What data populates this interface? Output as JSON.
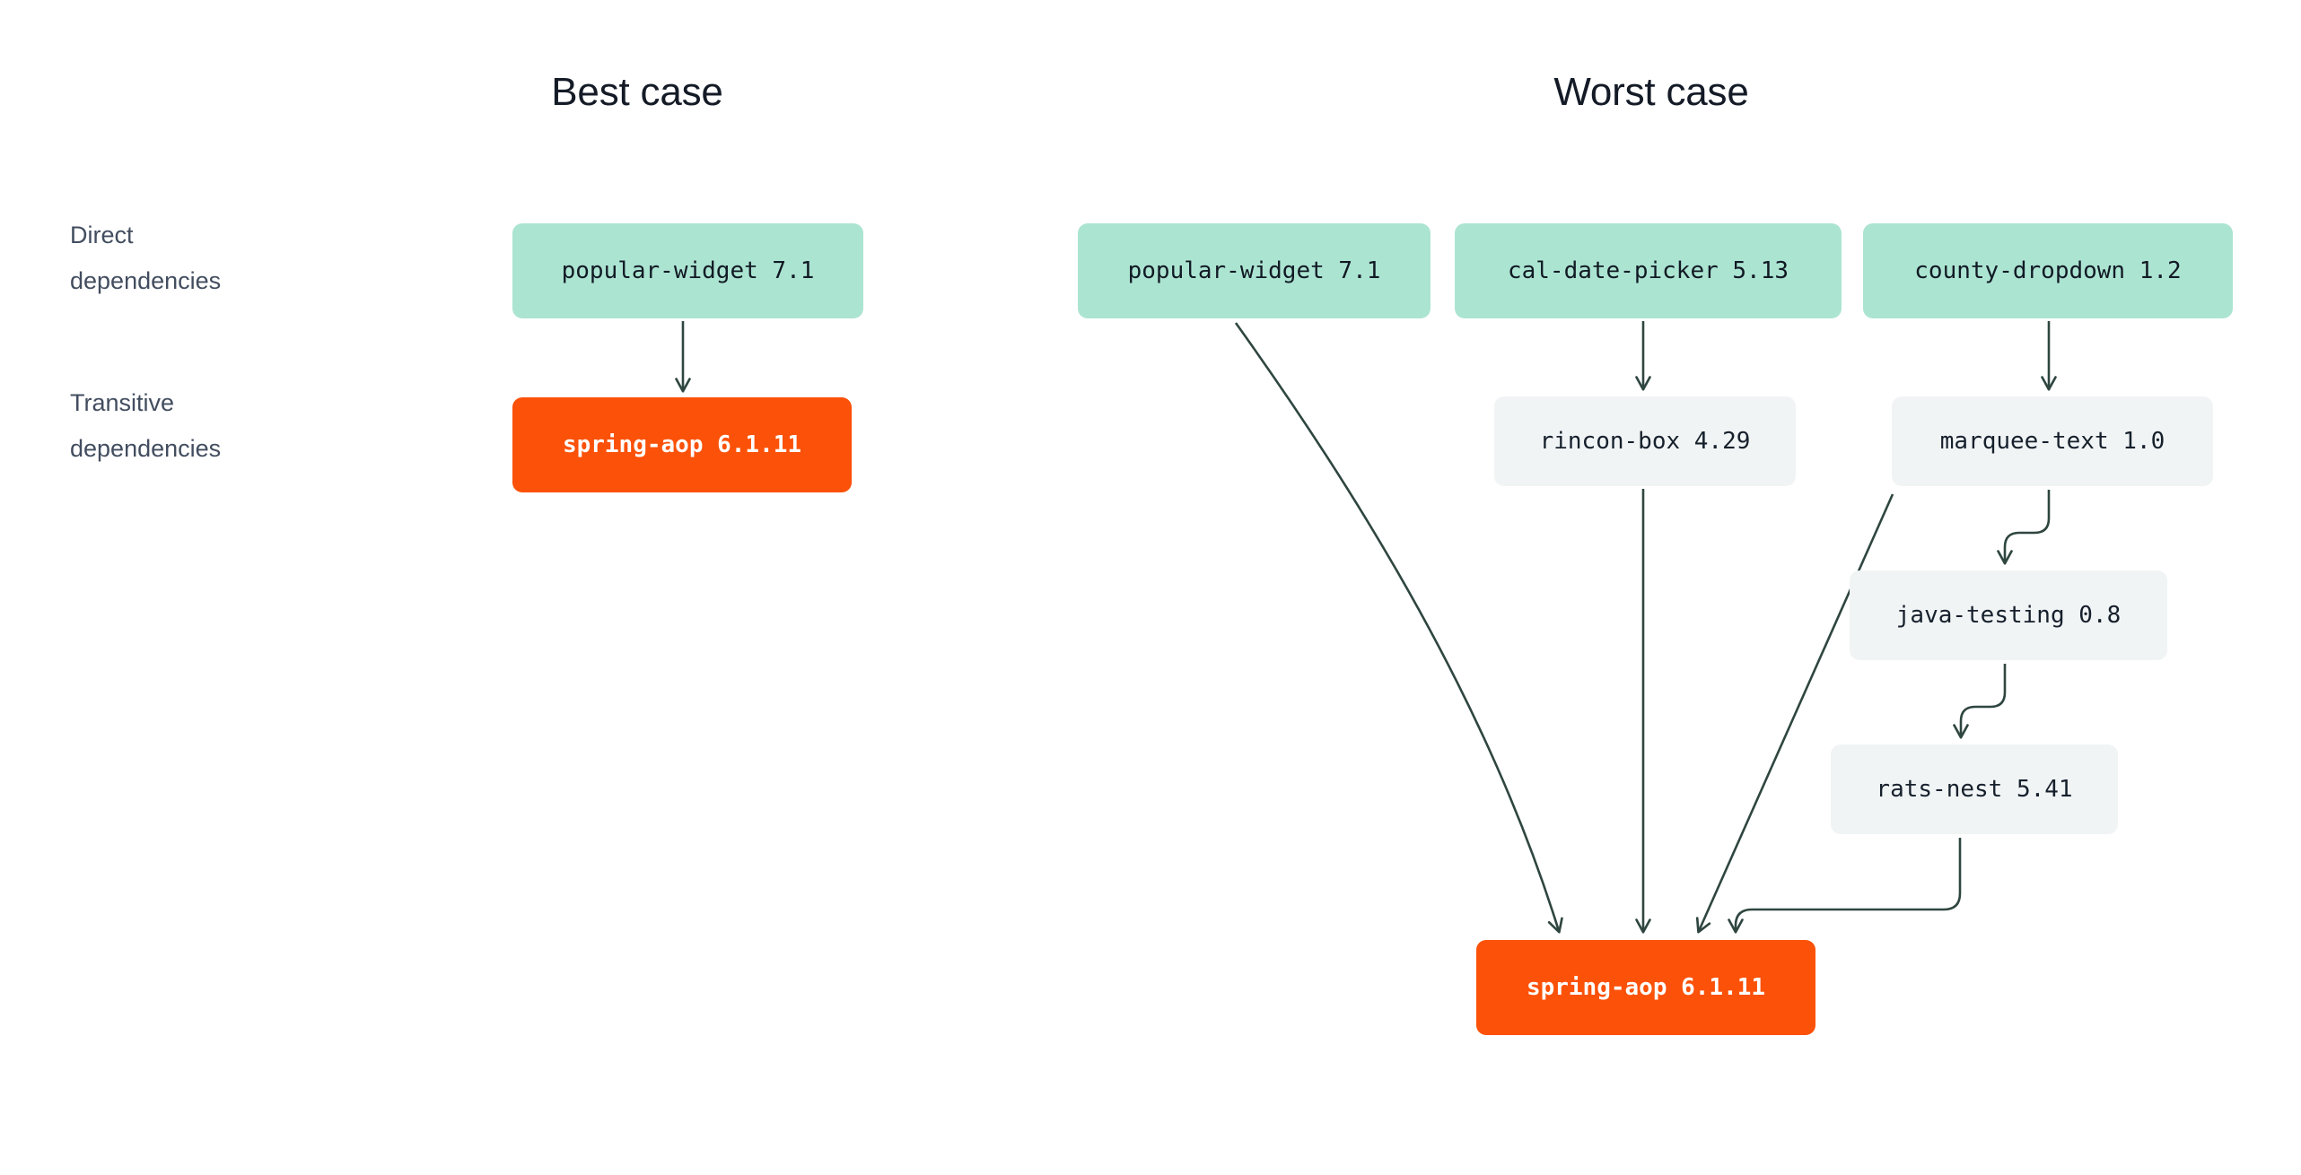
{
  "diagram": {
    "panels": [
      {
        "id": "best",
        "title": "Best case"
      },
      {
        "id": "worst",
        "title": "Worst case"
      }
    ],
    "row_labels": [
      {
        "id": "direct",
        "line1": "Direct",
        "line2": "dependencies"
      },
      {
        "id": "transitive",
        "line1": "Transitive",
        "line2": "dependencies"
      }
    ],
    "colors": {
      "direct_node": "#ace4d2",
      "transitive_node": "#f1f4f5",
      "highlight_node": "#fb5108",
      "highlight_text": "#ffffff",
      "edge": "#2f4640",
      "title_text": "#141b27",
      "label_text": "#424d5f",
      "background": "#ffffff"
    },
    "best_case": {
      "direct": [
        {
          "id": "best-direct",
          "label": "popular-widget 7.1",
          "kind": "direct"
        }
      ],
      "transitive": [
        {
          "id": "best-trans",
          "label": "spring-aop 6.1.11",
          "kind": "highlight"
        }
      ],
      "edges": [
        {
          "from": "best-direct",
          "to": "best-trans",
          "style": "straight"
        }
      ]
    },
    "worst_case": {
      "direct": [
        {
          "id": "w-popular",
          "label": "popular-widget 7.1",
          "kind": "direct"
        },
        {
          "id": "w-cal",
          "label": "cal-date-picker 5.13",
          "kind": "direct"
        },
        {
          "id": "w-county",
          "label": "county-dropdown 1.2",
          "kind": "direct"
        }
      ],
      "transitive": [
        {
          "id": "w-rincon",
          "label": "rincon-box 4.29",
          "kind": "transitive"
        },
        {
          "id": "w-marquee",
          "label": "marquee-text 1.0",
          "kind": "transitive"
        },
        {
          "id": "w-java",
          "label": "java-testing 0.8",
          "kind": "transitive"
        },
        {
          "id": "w-rats",
          "label": "rats-nest 5.41",
          "kind": "transitive"
        },
        {
          "id": "w-spring",
          "label": "spring-aop 6.1.11",
          "kind": "highlight"
        }
      ],
      "edges": [
        {
          "from": "w-popular",
          "to": "w-spring",
          "style": "curve"
        },
        {
          "from": "w-cal",
          "to": "w-rincon",
          "style": "straight"
        },
        {
          "from": "w-rincon",
          "to": "w-spring",
          "style": "straight"
        },
        {
          "from": "w-county",
          "to": "w-marquee",
          "style": "straight"
        },
        {
          "from": "w-marquee",
          "to": "w-java",
          "style": "jog"
        },
        {
          "from": "w-marquee",
          "to": "w-spring",
          "style": "diagonal"
        },
        {
          "from": "w-java",
          "to": "w-rats",
          "style": "jog"
        },
        {
          "from": "w-rats",
          "to": "w-spring",
          "style": "elbow"
        }
      ]
    }
  }
}
